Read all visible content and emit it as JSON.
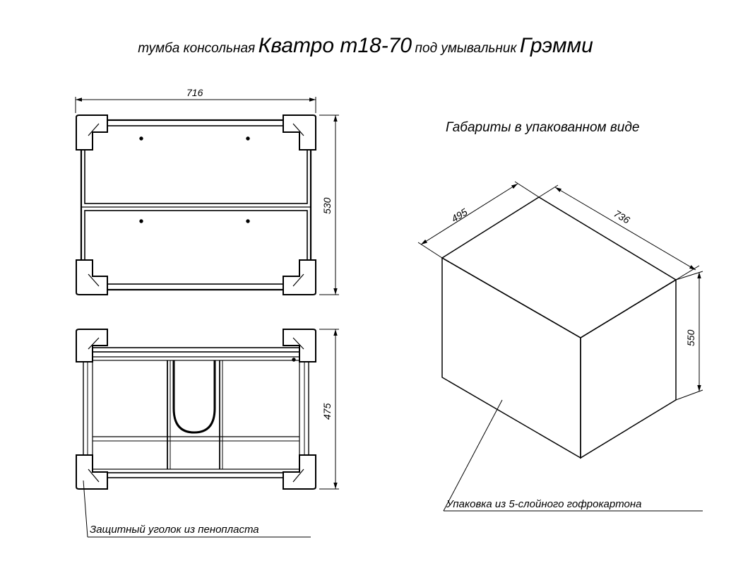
{
  "title": {
    "prefix": "тумба консольная",
    "model": "Кватро т18-70",
    "middle": "под умывальник",
    "sink": "Грэмми"
  },
  "top_view": {
    "width_dim": "716",
    "depth_dim": "530"
  },
  "front_view": {
    "height_dim": "475"
  },
  "package": {
    "heading": "Габариты в упакованном виде",
    "depth_dim": "495",
    "width_dim": "736",
    "height_dim": "550"
  },
  "labels": {
    "foam_corner": "Защитный уголок из пенопласта",
    "packaging": "Упаковка из 5-слойного гофрокартона"
  },
  "colors": {
    "line": "#000000",
    "corner_fill": "#ffffff",
    "background": "#ffffff"
  }
}
